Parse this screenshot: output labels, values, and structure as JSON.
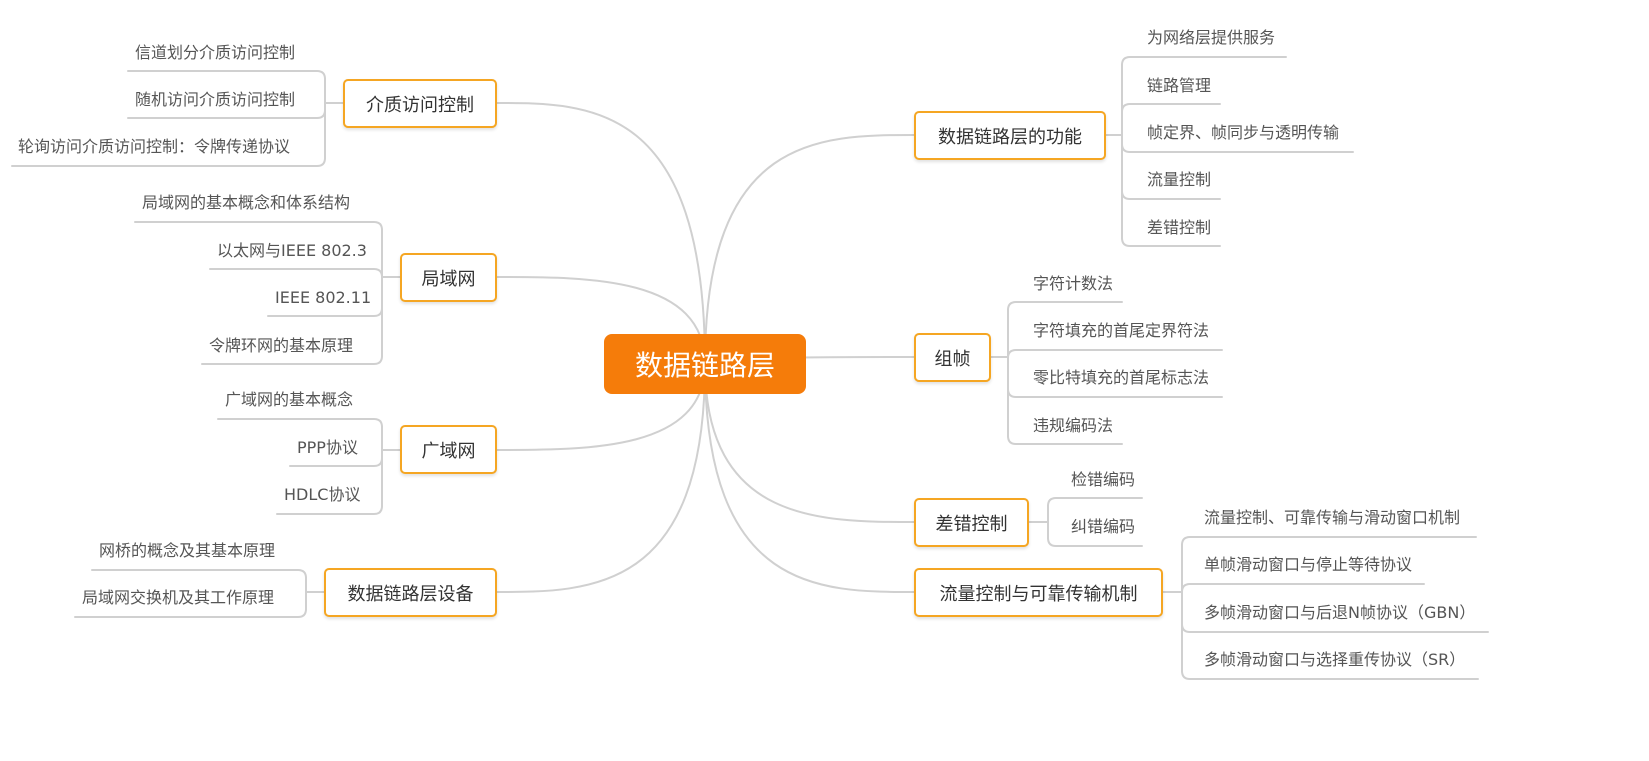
{
  "root": {
    "label": "数据链路层"
  },
  "branches": [
    {
      "label": "介质访问控制",
      "leaves": [
        "信道划分介质访问控制",
        "随机访问介质访问控制",
        "轮询访问介质访问控制：令牌传递协议"
      ]
    },
    {
      "label": "局域网",
      "leaves": [
        "局域网的基本概念和体系结构",
        "以太网与IEEE 802.3",
        "IEEE 802.11",
        "令牌环网的基本原理"
      ]
    },
    {
      "label": "广域网",
      "leaves": [
        "广域网的基本概念",
        "PPP协议",
        "HDLC协议"
      ]
    },
    {
      "label": "数据链路层设备",
      "leaves": [
        "网桥的概念及其基本原理",
        "局域网交换机及其工作原理"
      ]
    },
    {
      "label": "数据链路层的功能",
      "leaves": [
        "为网络层提供服务",
        "链路管理",
        "帧定界、帧同步与透明传输",
        "流量控制",
        "差错控制"
      ]
    },
    {
      "label": "组帧",
      "leaves": [
        "字符计数法",
        "字符填充的首尾定界符法",
        "零比特填充的首尾标志法",
        "违规编码法"
      ]
    },
    {
      "label": "差错控制",
      "leaves": [
        "检错编码",
        "纠错编码"
      ]
    },
    {
      "label": "流量控制与可靠传输机制",
      "leaves": [
        "流量控制、可靠传输与滑动窗口机制",
        "单帧滑动窗口与停止等待协议",
        "多帧滑动窗口与后退N帧协议（GBN）",
        "多帧滑动窗口与选择重传协议（SR）"
      ]
    }
  ],
  "colors": {
    "root_fill": "#f57c0a",
    "branch_border": "#f5a623",
    "line": "#d0d0d0"
  }
}
